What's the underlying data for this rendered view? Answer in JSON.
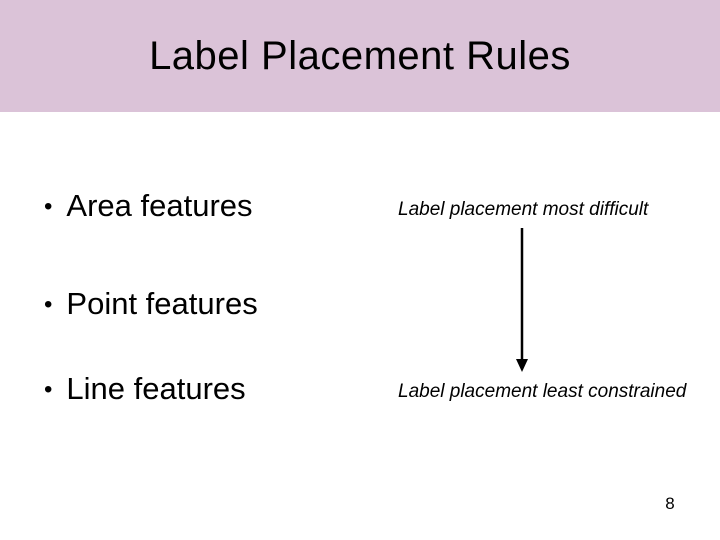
{
  "slide": {
    "title": "Label Placement Rules",
    "bullets": [
      {
        "marker": "•",
        "label": "Area features"
      },
      {
        "marker": "•",
        "label": "Point features"
      },
      {
        "marker": "•",
        "label": "Line features"
      }
    ],
    "annotations": {
      "top": "Label placement most difficult",
      "bottom": "Label placement least constrained",
      "arrow_icon": "arrow-down"
    },
    "page_number": "8",
    "colors": {
      "title_band": "#dbc3d8",
      "background": "#ffffff",
      "text": "#000000"
    }
  }
}
